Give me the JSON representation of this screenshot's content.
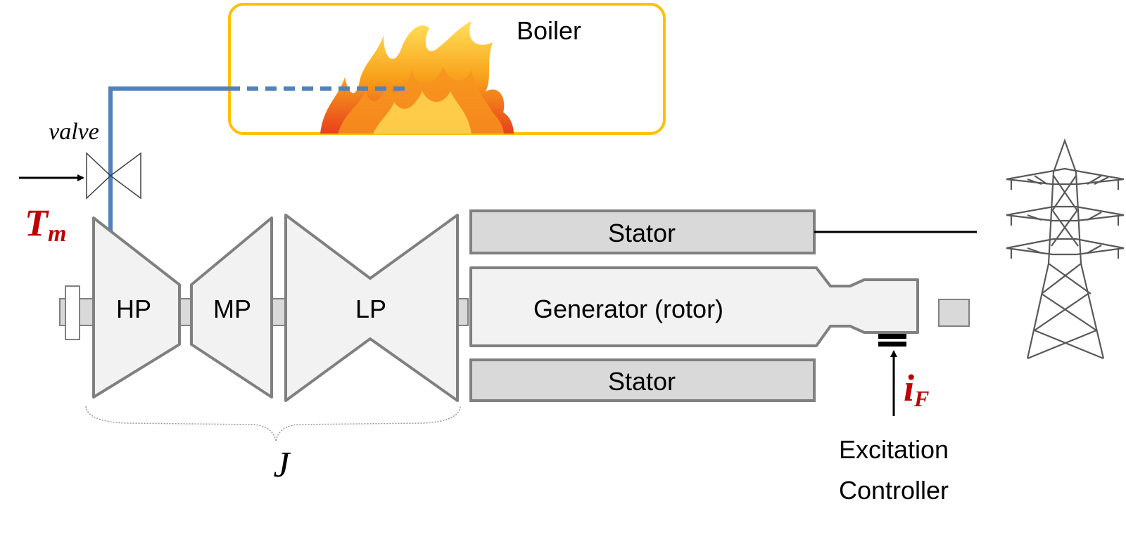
{
  "boiler": {
    "label": "Boiler",
    "border_color": "#FFC000"
  },
  "steam_pipe": {
    "color": "#4F81BD"
  },
  "valve": {
    "label": "valve"
  },
  "torque": {
    "symbol": "T",
    "subscript": "m",
    "color": "#C00000"
  },
  "turbines": {
    "hp": "HP",
    "mp": "MP",
    "lp": "LP"
  },
  "inertia": {
    "label": "J"
  },
  "generator": {
    "stator_top": "Stator",
    "stator_bottom": "Stator",
    "rotor": "Generator (rotor)"
  },
  "field_current": {
    "symbol": "i",
    "subscript": "F",
    "color": "#C00000"
  },
  "excitation": {
    "line1": "Excitation",
    "line2": "Controller"
  },
  "grid": {
    "icon": "transmission-tower-icon"
  }
}
